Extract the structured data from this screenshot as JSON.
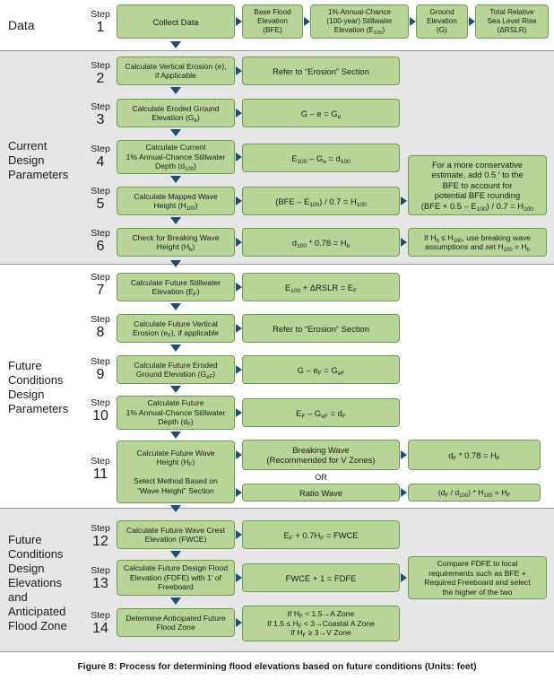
{
  "sections": {
    "data": "Data",
    "current": [
      "Current",
      "Design",
      "Parameters"
    ],
    "future": [
      "Future",
      "Conditions",
      "Design",
      "Parameters"
    ],
    "elev": [
      "Future",
      "Conditions",
      "Design",
      "Elevations",
      "and",
      "Anticipated",
      "Flood Zone"
    ]
  },
  "step_word": "Step",
  "steps": {
    "s1": "1",
    "s2": "2",
    "s3": "3",
    "s4": "4",
    "s5": "5",
    "s6": "6",
    "s7": "7",
    "s8": "8",
    "s9": "9",
    "s10": "10",
    "s11": "11",
    "s12": "12",
    "s13": "13",
    "s14": "14"
  },
  "boxes": {
    "collect": "Collect Data",
    "bfe": [
      "Base Flood",
      "Elevation",
      "(BFE)"
    ],
    "e100": [
      "1% Annual-Chance",
      "(100-year) Stillwater",
      "Elevation (E",
      "100",
      ")"
    ],
    "ground": [
      "Ground",
      "Elevation",
      "(G)"
    ],
    "rslr": [
      "Total Relative",
      "Sea Level Rise",
      "(ΔRSLR)"
    ],
    "s2a": [
      "Calculate Vertical Erosion (e),",
      "if Applicable"
    ],
    "s2b": "Refer to “Erosion” Section",
    "s3a": [
      "Calculate Eroded Ground",
      "Elevation (G",
      "e",
      ")"
    ],
    "s3b": [
      "G – e = G",
      "e"
    ],
    "s4a": [
      "Calculate Current",
      "1% Annual-Chance Stillwater",
      "Depth (d",
      "100",
      ")"
    ],
    "s4b": [
      "E",
      "100",
      " – G",
      "e",
      " = d",
      "100"
    ],
    "s5a": [
      "Calculate Mapped Wave",
      "Height (H",
      "100",
      ")"
    ],
    "s5b": [
      "(BFE – E",
      "100",
      ") / 0.7 = H",
      "100"
    ],
    "s5note": [
      "For a more conservative",
      "estimate, add 0.5 ′ to the",
      "BFE to account for",
      "potential BFE rounding",
      "(BFE + 0.5 – E",
      "100",
      ") / 0.7 = H",
      "100"
    ],
    "s6a": [
      "Check for Breaking Wave",
      "Height (H",
      "b",
      ")"
    ],
    "s6b": [
      "d",
      "100",
      " * 0.78 = H",
      "b"
    ],
    "s6note": [
      "If H",
      "b",
      " ≤ H",
      "100",
      ", use breaking wave",
      "assumptions and set H",
      "100",
      " = H",
      "b"
    ],
    "s7a": [
      "Calculate Future Stillwater",
      "Elevation (E",
      "F",
      ")"
    ],
    "s7b": [
      "E",
      "100",
      " + ΔRSLR = E",
      "F"
    ],
    "s8a": [
      "Calculate Future Vertical",
      "Erosion (e",
      "F",
      "), if applicable"
    ],
    "s8b": "Refer to “Erosion” Section",
    "s9a": [
      "Calculate Future Eroded",
      "Ground Elevation (G",
      "eF",
      ")"
    ],
    "s9b": [
      "G – e",
      "F",
      " = G",
      "eF"
    ],
    "s10a": [
      "Calculate Future",
      "1% Annual-Chance Stillwater",
      "Depth (d",
      "F",
      ")"
    ],
    "s10b": [
      "E",
      "F",
      " – G",
      "eF",
      " = d",
      "F"
    ],
    "s11a": [
      "Calculate Future Wave",
      "Height (H",
      "F",
      ")",
      "Select Method Based on",
      "“Wave Height” Section"
    ],
    "s11b": [
      "Breaking Wave",
      "(Recommended for V Zones)"
    ],
    "s11c": [
      "d",
      "F",
      " * 0.78 = H",
      "F"
    ],
    "s11or": "OR",
    "s11d": "Ratio Wave",
    "s11e": [
      "(d",
      "F",
      " / d",
      "100",
      ") * H",
      "100",
      " = H",
      "F"
    ],
    "s12a": [
      "Calculate Future Wave Crest",
      "Elevation (FWCE)"
    ],
    "s12b": [
      "E",
      "F",
      " + 0.7H",
      "F",
      " = FWCE"
    ],
    "s13a": [
      "Calculate Future Design Flood",
      "Elevation (FDFE) with 1′ of",
      "Freeboard"
    ],
    "s13b": "FWCE + 1 = FDFE",
    "s13note": [
      "Compare FDFE to local",
      "requirements such as BFE +",
      "Required Freeboard and select",
      "the higher of the two"
    ],
    "s14a": [
      "Determine Anticipated Future",
      "Flood Zone"
    ],
    "s14b": [
      "If H",
      "F",
      " < 1.5→A Zone",
      "If 1.5 ≤ H",
      "F",
      " < 3→Coastal A Zone",
      "If H",
      "F",
      " ≥ 3→V Zone"
    ]
  },
  "caption": "Figure 8: Process for determining flood elevations based on future conditions (Units: feet)",
  "colors": {
    "box_fill": "#b8d598",
    "box_border": "#6d9c4d",
    "arrow": "#1a4f7a",
    "section_gray": "#e6e6e6"
  }
}
